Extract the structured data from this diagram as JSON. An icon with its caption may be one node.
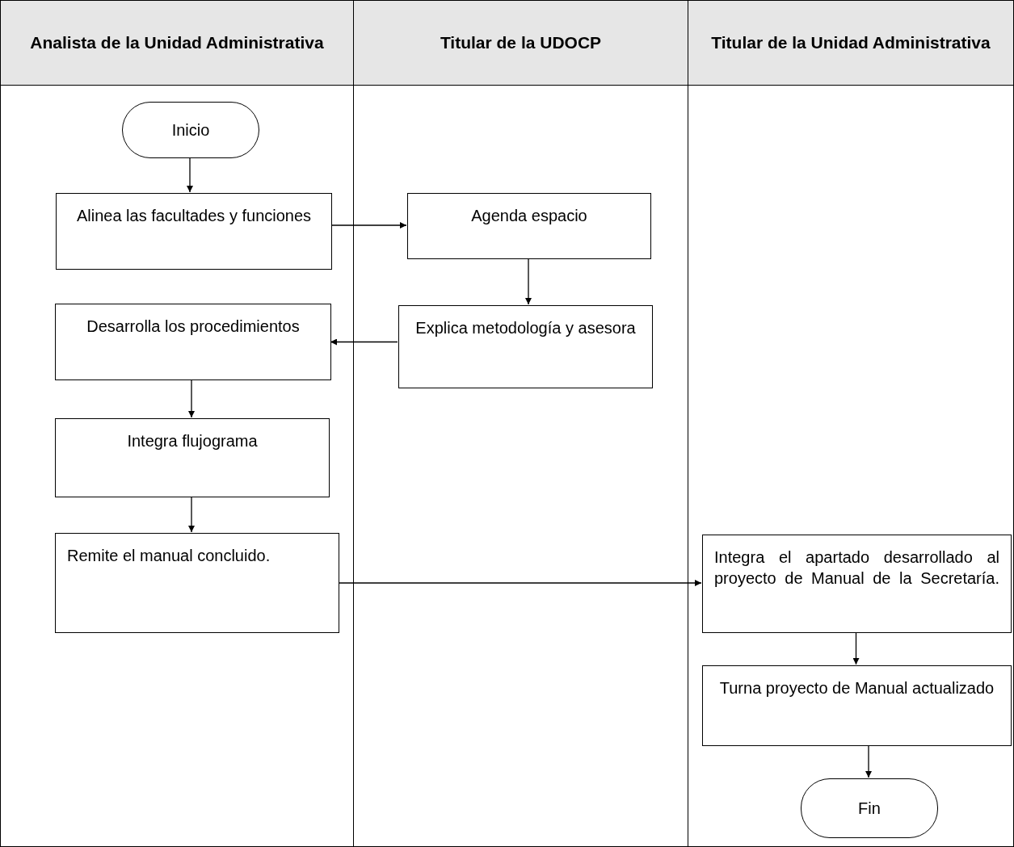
{
  "diagram": {
    "nodes": [
      {
        "text": [
          "Analista de la Unidad Administrativa"
        ]
      },
      {
        "text": [
          "Titular de la UDOCP"
        ]
      },
      {
        "text": [
          "Titular de la Unidad Administrativa"
        ]
      },
      {
        "text": [
          "Inicio"
        ],
        "in": 0
      },
      {
        "text": [
          "Alinea las facultades y funciones"
        ],
        "in": 0
      },
      {
        "text": [
          "Desarrolla los procedimientos"
        ],
        "in": 0
      },
      {
        "text": [
          "Integra flujograma"
        ],
        "in": 0
      },
      {
        "text": [
          "Remite el manual concluido."
        ],
        "in": 0
      },
      {
        "text": [
          "Agenda espacio"
        ],
        "in": 1
      },
      {
        "text": [
          "Explica metodología y asesora"
        ],
        "in": 1
      },
      {
        "text": [
          "Integra el apartado desarrollado al proyecto de Manual de la Secretaría."
        ],
        "in": 2
      },
      {
        "text": [
          "Turna proyecto de Manual actualizado"
        ],
        "in": 2
      },
      {
        "text": [
          "Fin"
        ],
        "in": 2
      }
    ],
    "edges": [
      {
        "from": 3,
        "to": 4,
        "arrow": "to"
      },
      {
        "from": 4,
        "to": 8,
        "arrow": "to"
      },
      {
        "from": 8,
        "to": 9,
        "arrow": "to"
      },
      {
        "from": 9,
        "to": 5,
        "arrow": "to"
      },
      {
        "from": 5,
        "to": 6,
        "arrow": "to"
      },
      {
        "from": 6,
        "to": 7,
        "arrow": "to"
      },
      {
        "from": 7,
        "to": 10,
        "arrow": "to"
      },
      {
        "from": 10,
        "to": 11,
        "arrow": "to"
      },
      {
        "from": 11,
        "to": 12,
        "arrow": "to"
      }
    ]
  }
}
